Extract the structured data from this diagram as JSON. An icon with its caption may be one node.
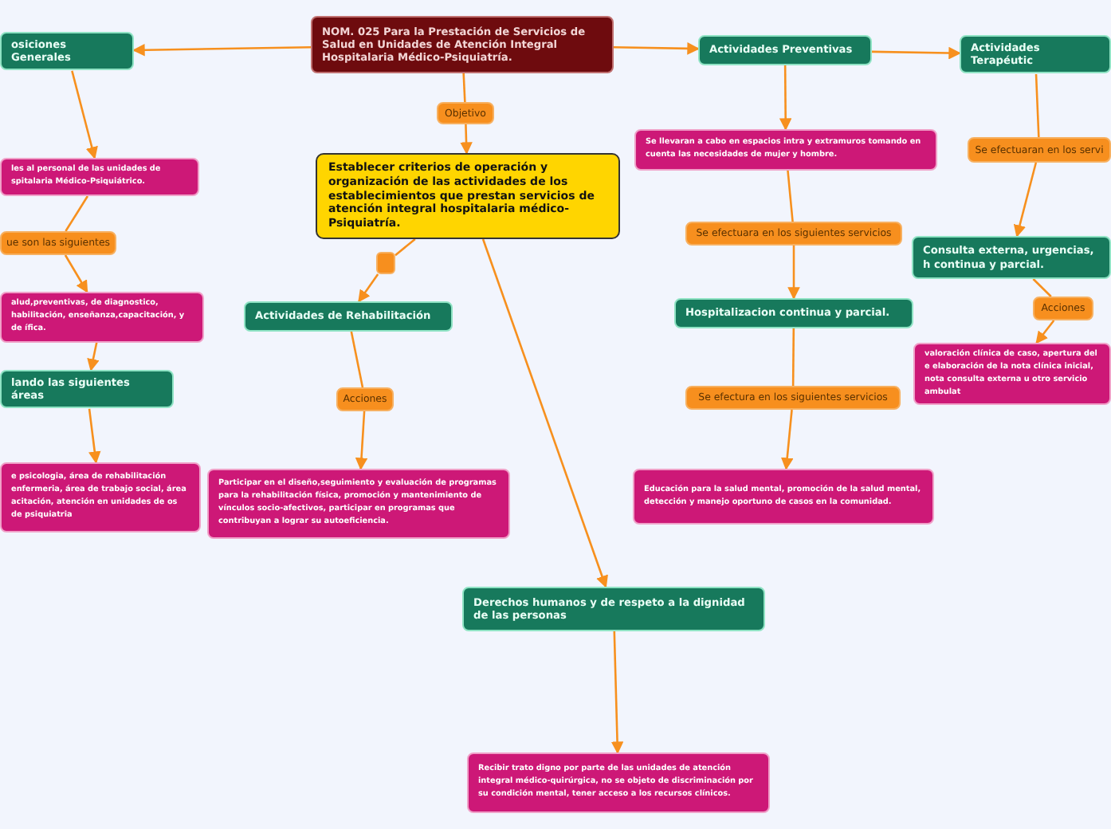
{
  "diagram": {
    "nodes": [
      {
        "text": [
          "NOM. 025 Para la Prestación de Servicios de Salud en Unidades de Atención Integral Hospitalaria Médico-Psiquiatría."
        ]
      },
      {
        "text": [
          "osiciones Generales"
        ]
      },
      {
        "text": [
          "les al personal de las unidades de spitalaria Médico-Psiquiátrico."
        ]
      },
      {
        "text": [
          "ue son las siguientes"
        ]
      },
      {
        "text": [
          "alud,preventivas, de diagnostico, habilitación, enseñanza,capacitación, y de ífica."
        ]
      },
      {
        "text": [
          "lando las siguientes áreas"
        ]
      },
      {
        "text": [
          "e psicologia, área de rehabilitación enfermeria, área de trabajo social, área acitación, atención en unidades de os de psiquiatria"
        ]
      },
      {
        "text": [
          "Objetivo"
        ]
      },
      {
        "text": [
          "Establecer criterios de operación y organización de las actividades de los establecimientos que prestan servicios de atención integral hospitalaria médico-Psiquiatría."
        ]
      },
      {
        "text": [],
        "shape": "box"
      },
      {
        "text": [
          "Actividades de Rehabilitación"
        ]
      },
      {
        "text": [
          "Acciones"
        ]
      },
      {
        "text": [
          "Participar en el diseño,seguimiento y evaluación de programas para la rehabilitación física, promoción y mantenimiento de vínculos socio-afectivos, participar en programas que contribuyan a lograr su autoeficiencia."
        ]
      },
      {
        "text": [
          "Derechos humanos y de respeto a la dignidad de las personas"
        ]
      },
      {
        "text": [
          "Recibir trato digno por parte de las unidades de atención integral médico-quirúrgica, no se objeto de discriminación por su condición mental, tener acceso a los recursos clínicos."
        ]
      },
      {
        "text": [
          "Actividades Preventivas"
        ]
      },
      {
        "text": [
          "Se llevaran a cabo en espacios intra y extramuros tomando en cuenta las necesidades de mujer y hombre."
        ]
      },
      {
        "text": [
          "Se efectuara en los siguientes servicios"
        ]
      },
      {
        "text": [
          "Hospitalizacion continua y parcial."
        ]
      },
      {
        "text": [
          "Se efectura en los siguientes servicios"
        ]
      },
      {
        "text": [
          "Educación para la salud mental, promoción de la salud mental, detección y manejo oportuno de casos en la comunidad."
        ]
      },
      {
        "text": [
          "Actividades Terapéutic"
        ]
      },
      {
        "text": [
          "Se efectuaran en los servi"
        ]
      },
      {
        "text": [
          "Consulta externa, urgencias, h continua y parcial."
        ]
      },
      {
        "text": [
          "Acciones"
        ]
      },
      {
        "text": [
          "valoración clínica de caso, apertura del e elaboración de la nota clínica inicial, nota consulta externa u otro servicio ambulat"
        ]
      }
    ],
    "edges": [
      {
        "from": 0,
        "to": 1,
        "arrow": "to"
      },
      {
        "from": 1,
        "to": 2,
        "arrow": "to"
      },
      {
        "from": 2,
        "to": 3,
        "arrow": "none"
      },
      {
        "from": 3,
        "to": 4,
        "arrow": "to"
      },
      {
        "from": 4,
        "to": 5,
        "arrow": "to"
      },
      {
        "from": 5,
        "to": 6,
        "arrow": "to"
      },
      {
        "from": 0,
        "to": 7,
        "arrow": "none"
      },
      {
        "from": 7,
        "to": 8,
        "arrow": "to"
      },
      {
        "from": 8,
        "to": 9,
        "arrow": "none"
      },
      {
        "from": 9,
        "to": 10,
        "arrow": "to"
      },
      {
        "from": 10,
        "to": 11,
        "arrow": "none"
      },
      {
        "from": 11,
        "to": 12,
        "arrow": "to"
      },
      {
        "from": 8,
        "to": 13,
        "arrow": "to"
      },
      {
        "from": 13,
        "to": 14,
        "arrow": "to"
      },
      {
        "from": 0,
        "to": 15,
        "arrow": "to"
      },
      {
        "from": 15,
        "to": 16,
        "arrow": "to"
      },
      {
        "from": 16,
        "to": 17,
        "arrow": "none"
      },
      {
        "from": 17,
        "to": 18,
        "arrow": "to"
      },
      {
        "from": 18,
        "to": 19,
        "arrow": "none"
      },
      {
        "from": 19,
        "to": 20,
        "arrow": "to"
      },
      {
        "from": 15,
        "to": 21,
        "arrow": "to"
      },
      {
        "from": 21,
        "to": 22,
        "arrow": "none"
      },
      {
        "from": 22,
        "to": 23,
        "arrow": "to"
      },
      {
        "from": 23,
        "to": 24,
        "arrow": "none"
      },
      {
        "from": 24,
        "to": 25,
        "arrow": "to"
      }
    ]
  }
}
